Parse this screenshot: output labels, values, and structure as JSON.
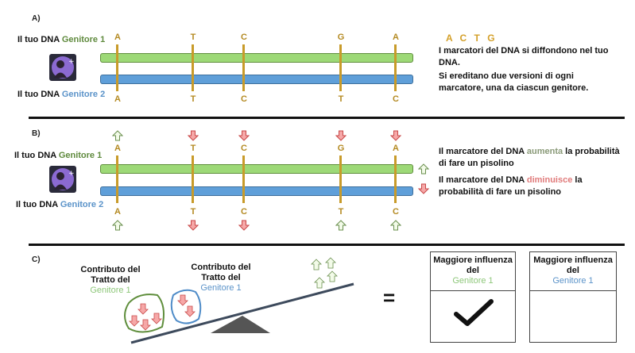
{
  "sections": {
    "a": {
      "label": "A)",
      "parent1_label": "Il tuo DNA",
      "parent1_name": "Genitore 1",
      "parent2_label": "Il tuo DNA",
      "parent2_name": "Genitore 2",
      "top_letters": [
        "A",
        "T",
        "C",
        "G",
        "A"
      ],
      "bottom_letters": [
        "A",
        "T",
        "C",
        "T",
        "C"
      ],
      "legend_letters": "A C T G",
      "note1": "I marcatori del DNA si diffondono nel tuo DNA.",
      "note2": "Si ereditano due versioni di ogni marcatore, una da ciascun genitore."
    },
    "b": {
      "label": "B)",
      "parent1_label": "Il tuo DNA",
      "parent1_name": "Genitore 1",
      "parent2_label": "Il tuo DNA",
      "parent2_name": "Genitore 2",
      "top_letters": [
        "A",
        "T",
        "C",
        "G",
        "A"
      ],
      "bottom_letters": [
        "A",
        "T",
        "C",
        "T",
        "C"
      ],
      "top_arrows": [
        "up",
        "down",
        "down",
        "down",
        "down"
      ],
      "bottom_arrows": [
        "up",
        "down",
        "down",
        "up",
        "up"
      ],
      "note_up_pre": "Il marcatore del DNA",
      "note_up_word": "aumenta",
      "note_up_post": "la probabilità di fare un pisolino",
      "note_down_pre": "Il marcatore del DNA",
      "note_down_word": "diminuisce",
      "note_down_post": "la probabilità di fare un pisolino"
    },
    "c": {
      "label": "C)",
      "contrib1_text": "Contributo del Tratto del",
      "contrib1_name": "Genitore 1",
      "contrib2_text": "Contributo del Tratto del",
      "contrib2_name": "Genitore 1",
      "equals": "=",
      "box1_text": "Maggiore influenza del",
      "box1_name": "Genitore 1",
      "box2_text": "Maggiore influenza del",
      "box2_name": "Genitore 1"
    }
  },
  "colors": {
    "parent1": "#5f8a3d",
    "parent2": "#5b93c9",
    "strand_green": "#9dd977",
    "strand_blue": "#5f9fd9",
    "marker": "#c89b2a",
    "arrow_up": "#8a9a78",
    "arrow_down": "#e07a7a"
  },
  "icons": {
    "avatar": "person-avatar-icon",
    "up": "up-arrow-icon",
    "down": "down-arrow-icon",
    "check": "checkmark-icon",
    "seesaw": "seesaw-icon"
  }
}
